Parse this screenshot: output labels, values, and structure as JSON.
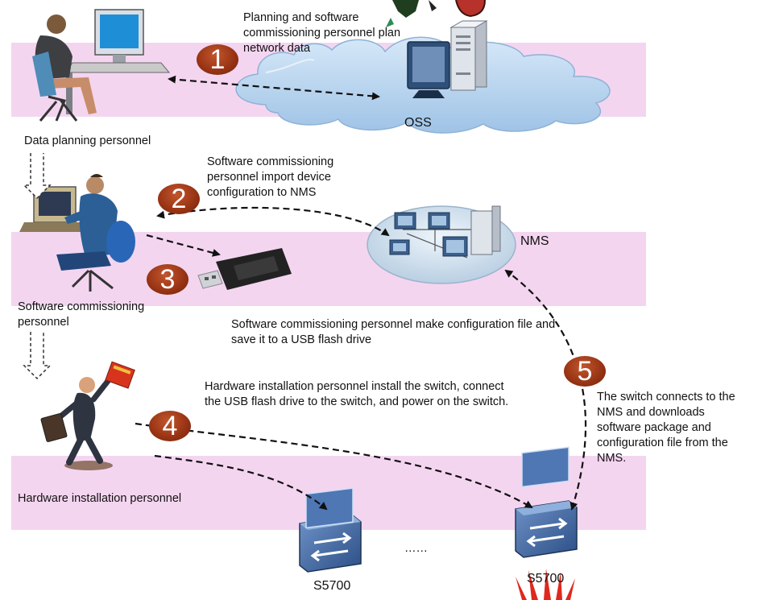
{
  "steps": [
    {
      "number": "1",
      "text": "Planning and software commissioning personnel plan network data"
    },
    {
      "number": "2",
      "text": "Software commissioning personnel import device configuration to NMS"
    },
    {
      "number": "3",
      "text": "Software commissioning personnel make configuration file and save it to a USB flash drive"
    },
    {
      "number": "4",
      "text": "Hardware installation personnel install the switch, connect the USB flash drive to the switch, and power on the switch."
    },
    {
      "number": "5",
      "text": "The switch connects to the NMS and downloads software package and configuration file from the NMS."
    }
  ],
  "roles": {
    "data_planning": "Data planning personnel",
    "software_commissioning": "Software commissioning personnel",
    "hardware_installation": "Hardware installation personnel"
  },
  "systems": {
    "oss": "OSS",
    "nms": "NMS",
    "switch_1": "S5700",
    "switch_2": "S5700",
    "ellipsis": "……"
  },
  "colors": {
    "band": "#f4d5f0",
    "cloud": "#bcd8f2",
    "step_badge": "#9a3515",
    "switch_blue": "#3f6cae"
  },
  "icons": [
    "planner-person-icon",
    "oss-server-icon",
    "cloud-icon",
    "commissioning-person-icon",
    "usb-drive-icon",
    "nms-network-icon",
    "installer-person-icon",
    "switch-icon",
    "huawei-logo-icon"
  ]
}
